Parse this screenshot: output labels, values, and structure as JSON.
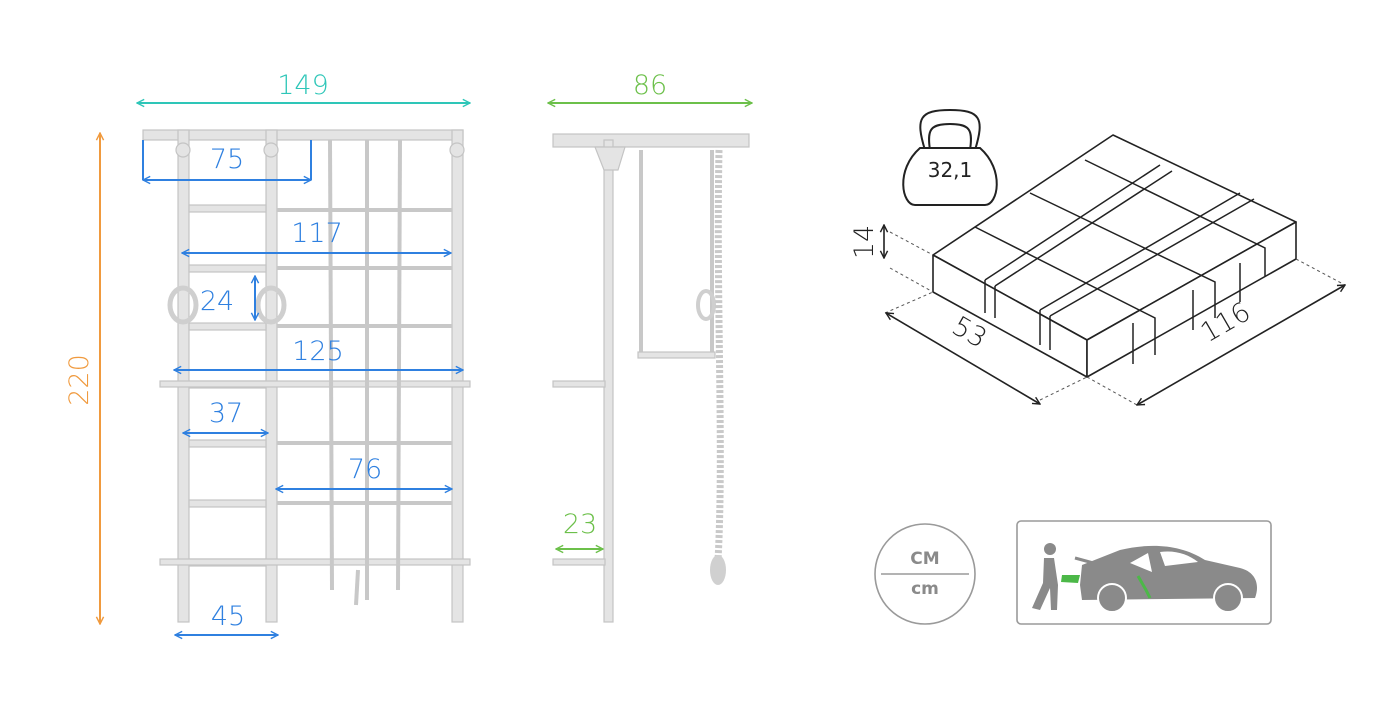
{
  "colors": {
    "width": "#2ec6b8",
    "depth": "#6cc04a",
    "height": "#f09a3e",
    "detail": "#2f80e0",
    "package": "#222222",
    "icon": "#8a8a8a",
    "accent_green": "#4cb848"
  },
  "front_view": {
    "width": "149",
    "height": "220",
    "top_span": "75",
    "net_span": "117",
    "ring_drop": "24",
    "bracket_span": "125",
    "ladder_inner": "37",
    "net_lower": "76",
    "ladder_width": "45"
  },
  "side_view": {
    "depth": "86",
    "bracket_depth": "23"
  },
  "package": {
    "weight": "32,1",
    "height": "14",
    "width": "53",
    "length": "116"
  },
  "units": {
    "top": "CM",
    "bottom": "cm"
  }
}
